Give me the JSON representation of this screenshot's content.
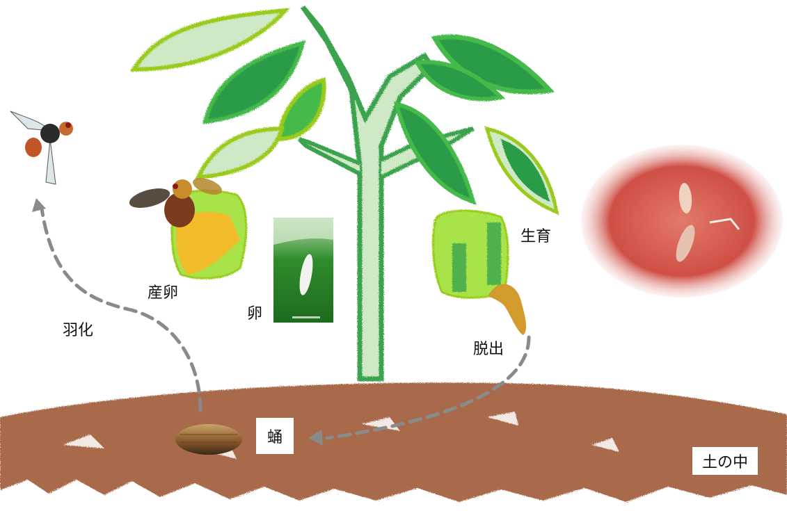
{
  "labels": {
    "emergence": "羽化",
    "oviposition": "産卵",
    "egg": "卵",
    "growth": "生育",
    "exit": "脱出",
    "pupa": "蛹",
    "in_soil": "土の中"
  },
  "colors": {
    "soil": "#a86a4c",
    "stem_light": "#cfe9c6",
    "stem_dark": "#3aa24e",
    "leaf_dark": "#2b9c46",
    "leaf_mid": "#45b94a",
    "leaf_lime": "#9acb1e",
    "pepper_green": "#a7e34a",
    "pepper_yellow": "#f2bb2a",
    "tomato_red": "#d2584d",
    "arrow_gray": "#8a8a8a"
  }
}
